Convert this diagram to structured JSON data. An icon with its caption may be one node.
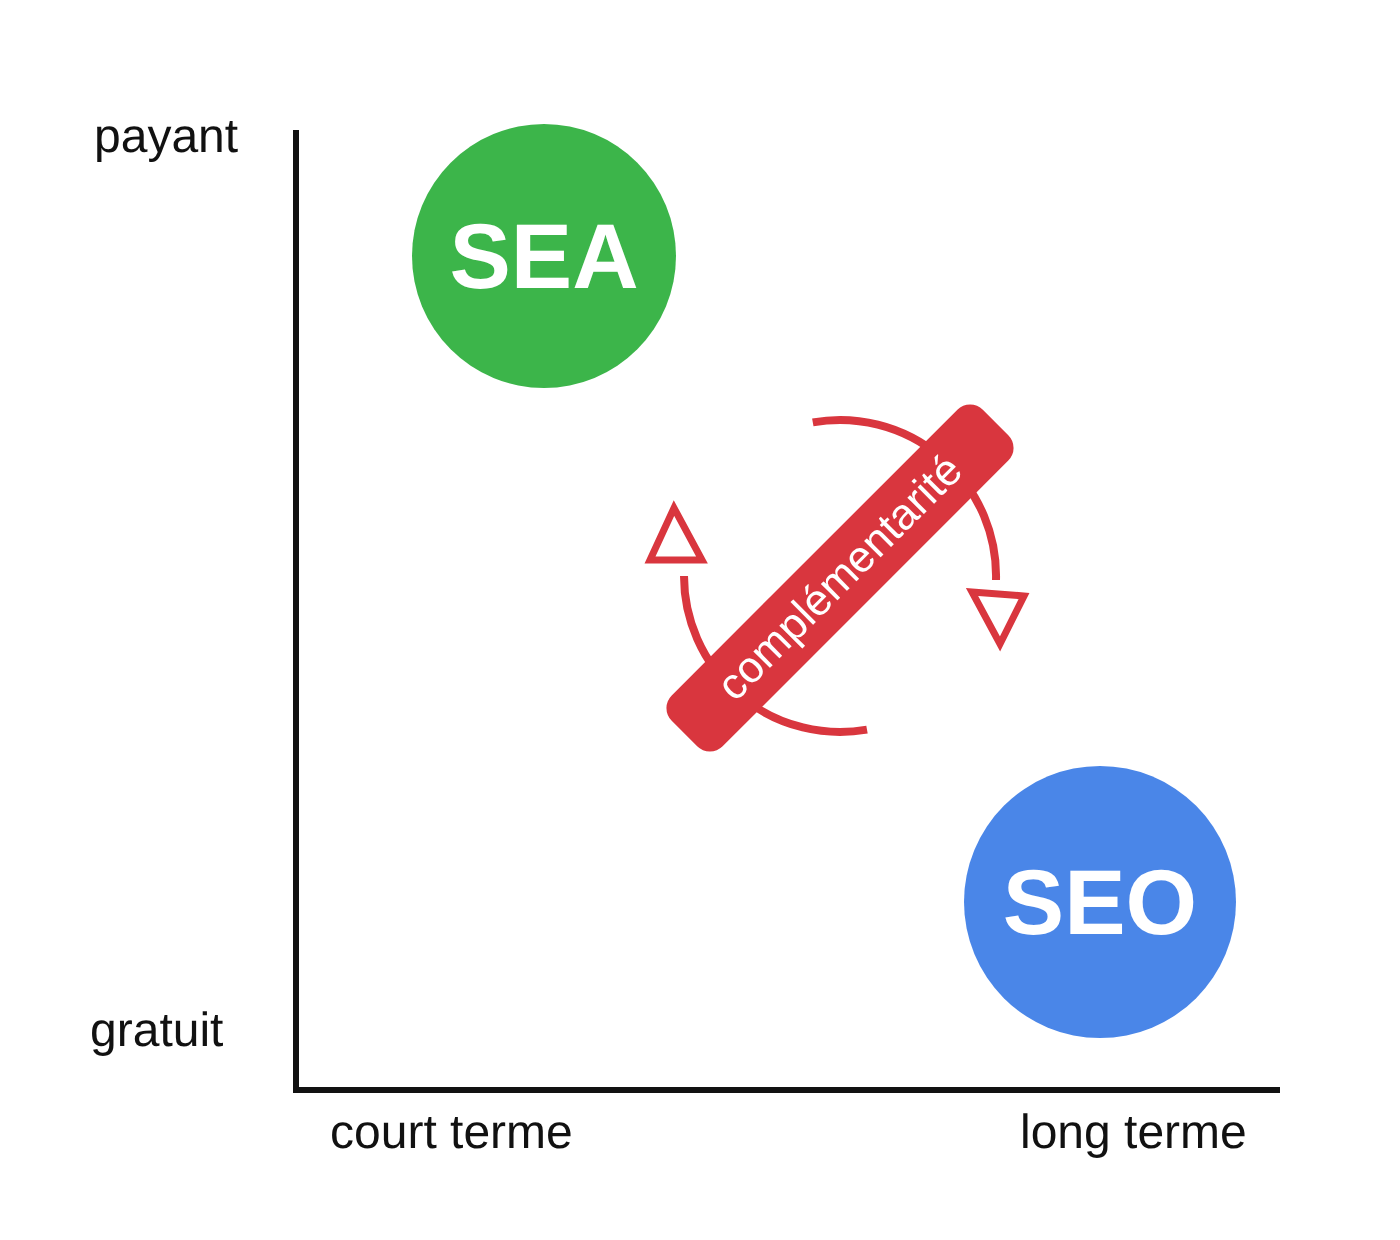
{
  "diagram": {
    "nodes": [
      {
        "text": [
          "SEA"
        ]
      },
      {
        "text": [
          "SEO"
        ]
      },
      {
        "text": [
          "complémentarité"
        ]
      }
    ],
    "edges": [],
    "labels": [
      "payant",
      "gratuit",
      "court terme",
      "long terme"
    ]
  }
}
